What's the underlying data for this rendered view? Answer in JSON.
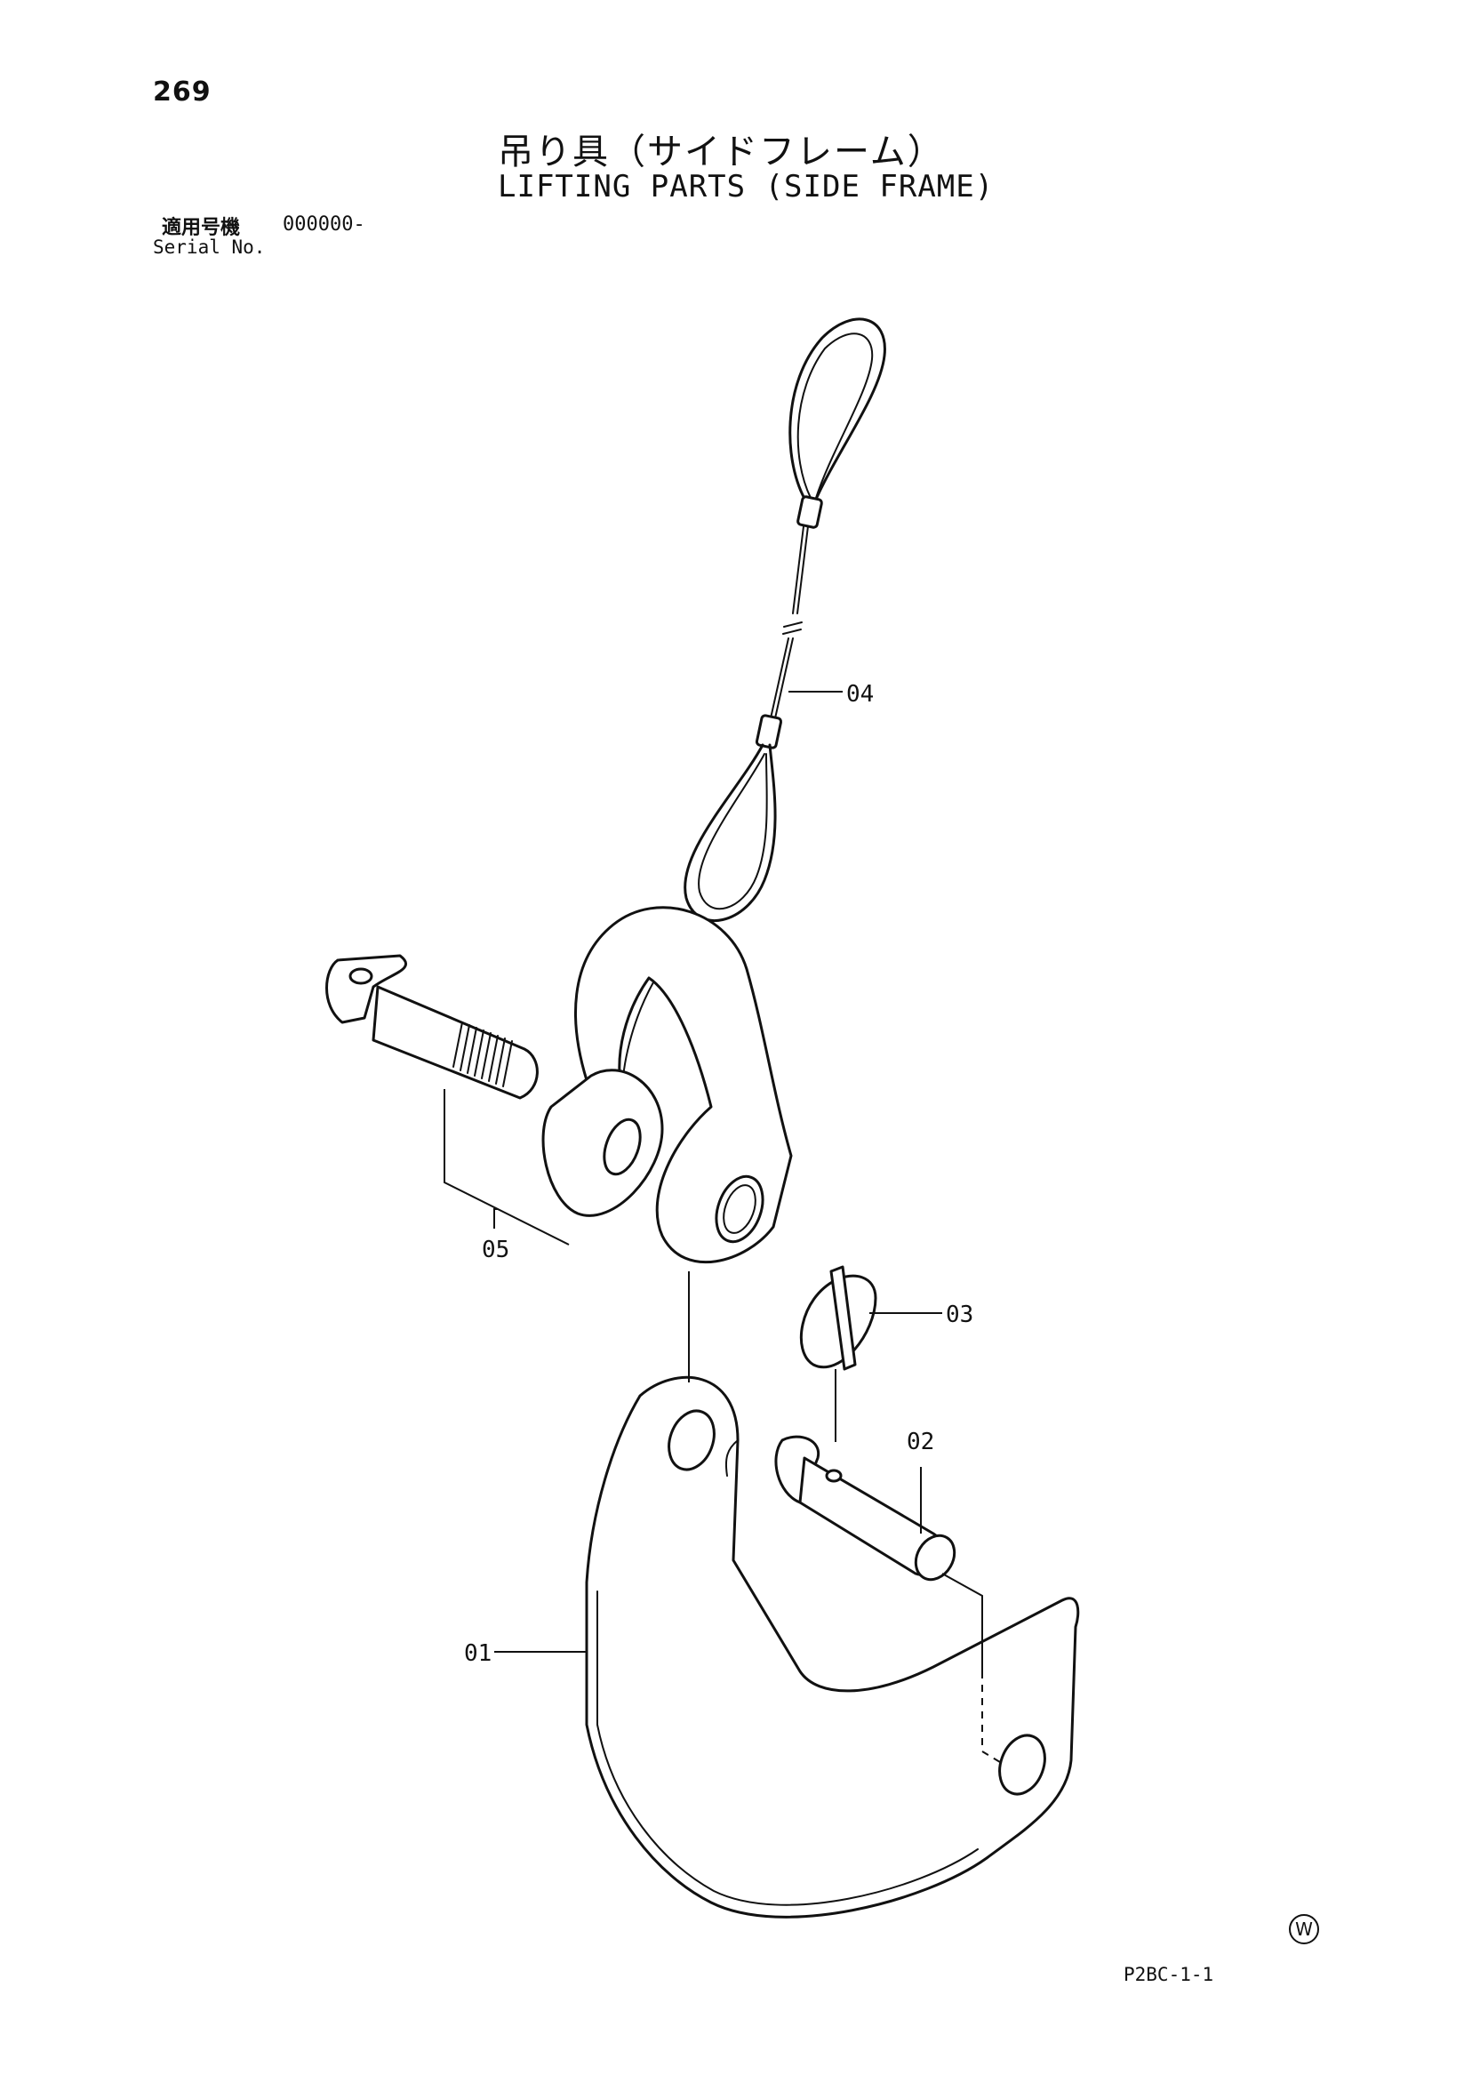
{
  "page": {
    "number": "269",
    "title_jp": "吊り具（サイドフレーム）",
    "title_en": "LIFTING PARTS (SIDE FRAME)",
    "serial_label_jp": "適用号機",
    "serial_value": "000000-",
    "serial_label_en": "Serial No.",
    "mark": "W",
    "figure_code": "P2BC-1-1"
  },
  "callouts": {
    "c01": "01",
    "c02": "02",
    "c03": "03",
    "c04": "04",
    "c05": "05"
  }
}
